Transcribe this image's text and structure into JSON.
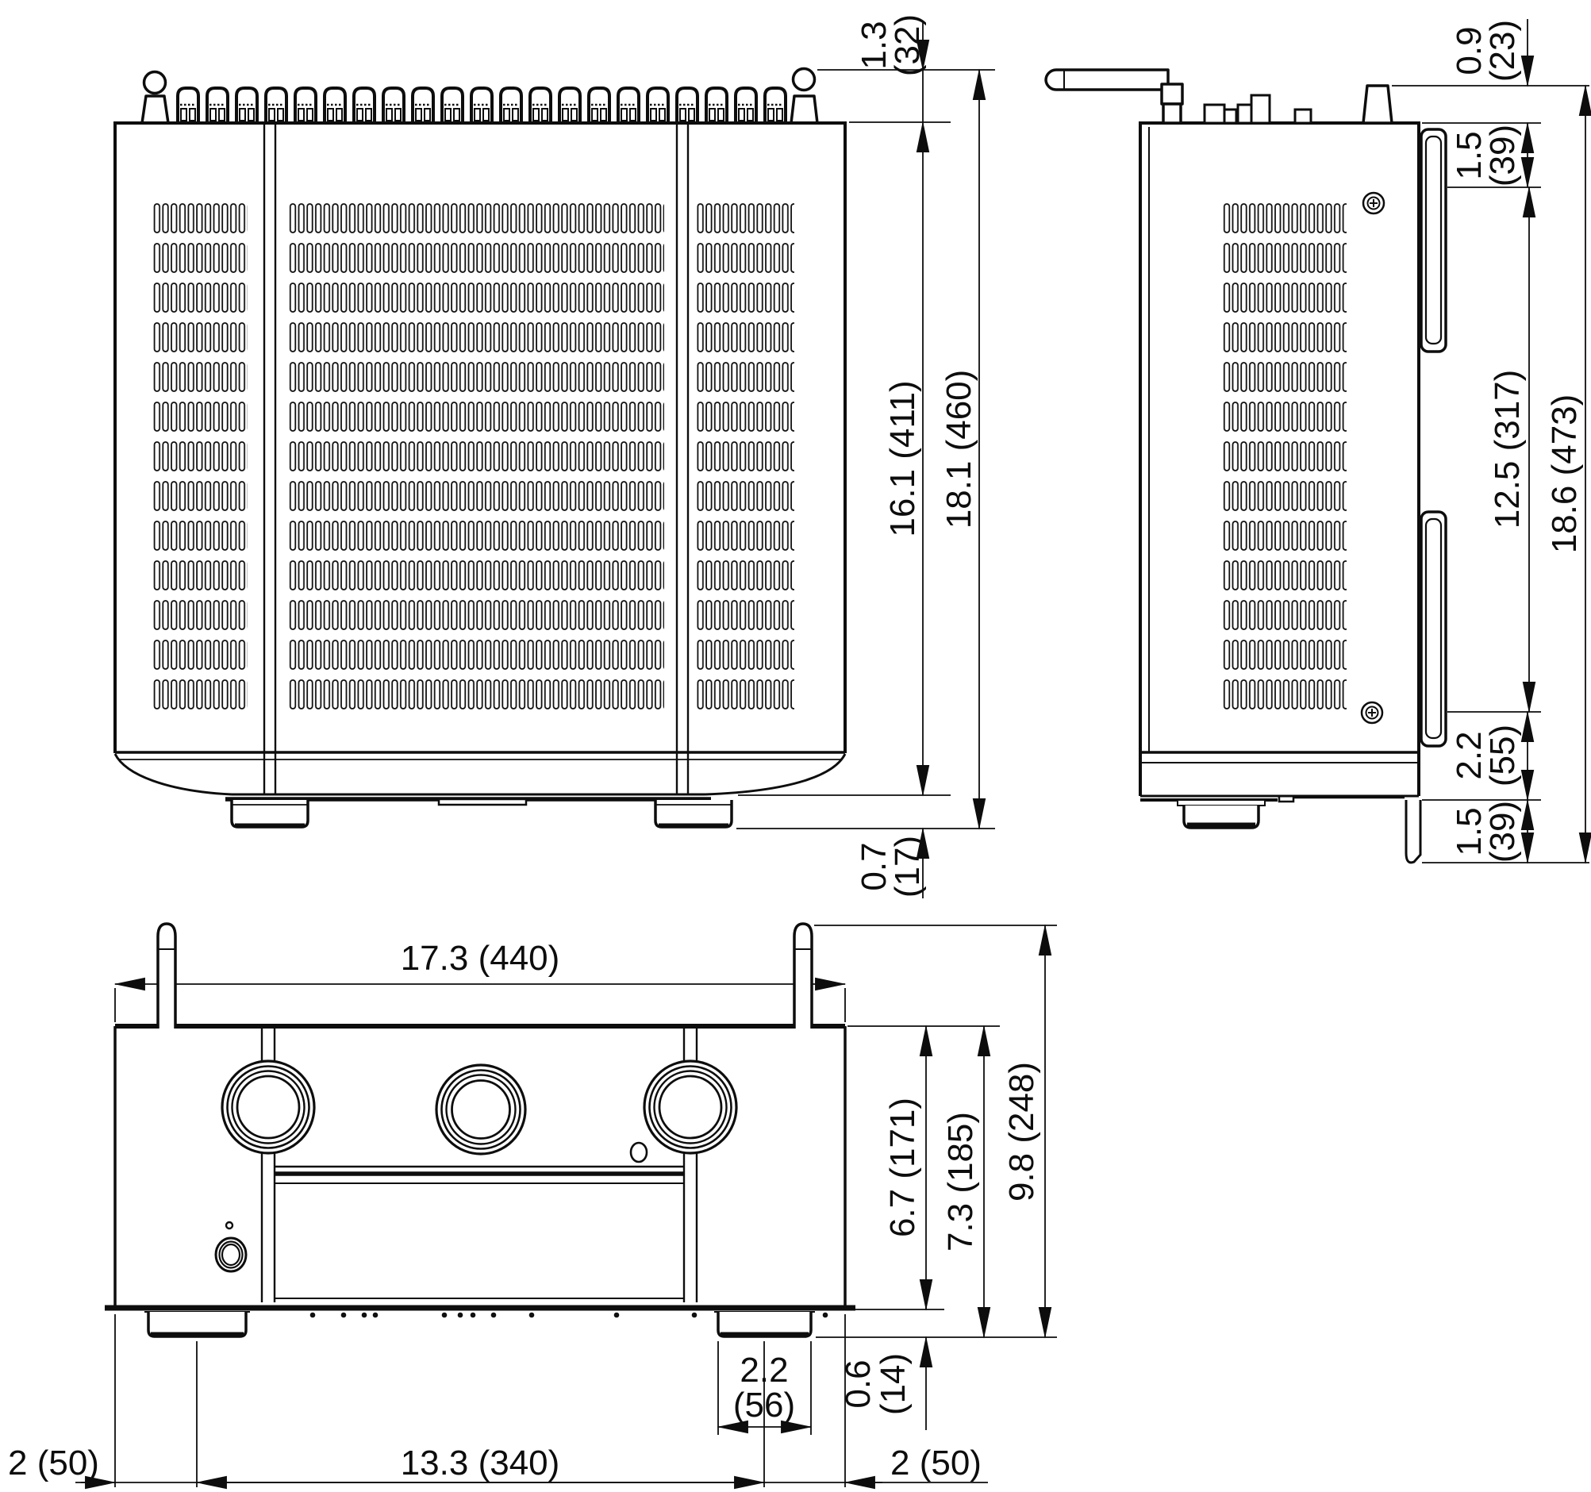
{
  "drawing": {
    "kind": "product-dimension-drawing",
    "ink_color": "#0d0d0d",
    "background_color": "#ffffff",
    "views": [
      "top-view",
      "side-view",
      "front-view"
    ]
  },
  "dims": {
    "top": {
      "antenna_in": "1.3",
      "antenna_mm": "(32)",
      "body": "16.1 (411)",
      "total": "18.1 (460)",
      "foot_in": "0.7",
      "foot_mm": "(17)"
    },
    "side": {
      "top_in": "0.9",
      "top_mm": "(23)",
      "upper_in": "1.5",
      "upper_mm": "(39)",
      "span": "12.5 (317)",
      "total": "18.6 (473)",
      "lower_in": "2.2",
      "lower_mm": "(55)",
      "flange_in": "1.5",
      "flange_mm": "(39)"
    },
    "front": {
      "width": "17.3 (440)",
      "body": "6.7 (171)",
      "with_feet": "7.3 (185)",
      "total": "9.8 (248)",
      "foot_h_in": "0.6",
      "foot_h_mm": "(14)",
      "foot_w_in": "2.2",
      "foot_w_mm": "(56)",
      "left_margin": "2 (50)",
      "feet_span": "13.3 (340)",
      "right_margin": "2 (50)"
    }
  }
}
